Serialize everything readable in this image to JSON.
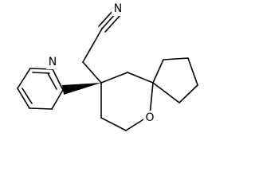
{
  "atoms": {
    "nitrile_n": "N",
    "pyridine_n": "N",
    "ring_o": "O"
  }
}
